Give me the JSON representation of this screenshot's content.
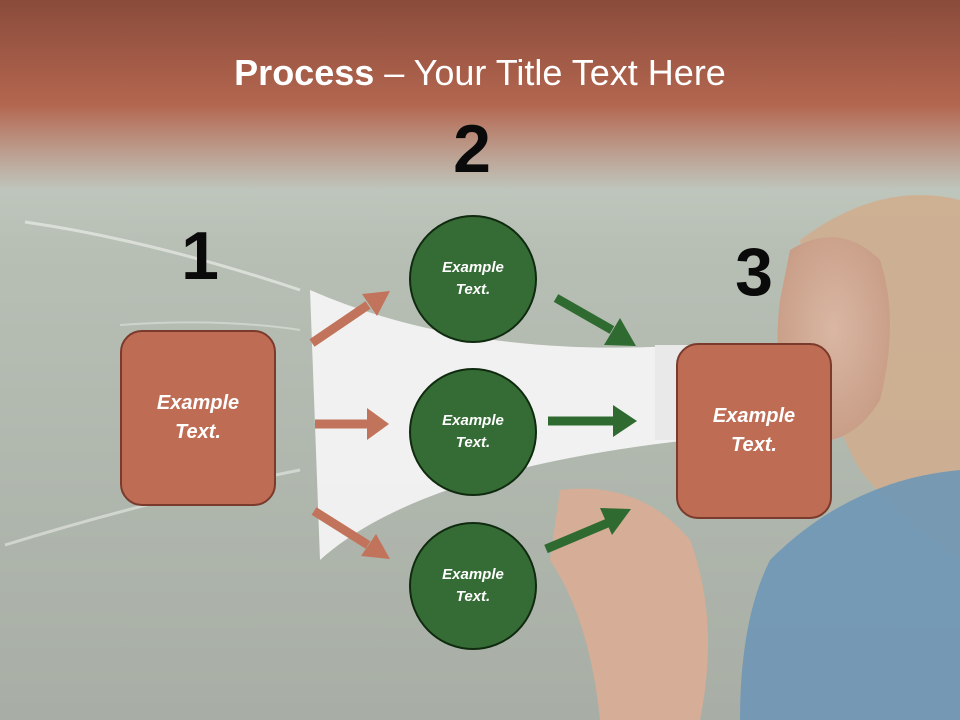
{
  "title": {
    "bold": "Process",
    "rest": " – Your Title Text Here"
  },
  "steps": {
    "one": {
      "number": "1",
      "label_line1": "Example",
      "label_line2": "Text."
    },
    "two": {
      "number": "2"
    },
    "three": {
      "number": "3",
      "label_line1": "Example",
      "label_line2": "Text."
    }
  },
  "circles": [
    {
      "label_line1": "Example",
      "label_line2": "Text."
    },
    {
      "label_line1": "Example",
      "label_line2": "Text."
    },
    {
      "label_line1": "Example",
      "label_line2": "Text."
    }
  ],
  "colors": {
    "box_fill": "#bf6c55",
    "circle_fill": "#356b35",
    "arrow_left": "#c2735b",
    "arrow_right": "#2f6b30"
  }
}
